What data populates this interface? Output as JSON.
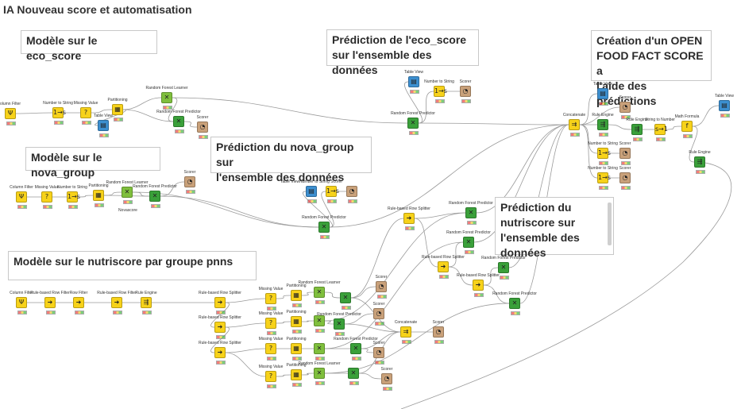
{
  "page_title": "IA Nouveau score et automatisation",
  "annotations": [
    {
      "id": "eco-model",
      "text": "Modèle sur le eco_score"
    },
    {
      "id": "nova-model",
      "text": "Modèle sur le nova_group"
    },
    {
      "id": "nutri-model",
      "text": "Modèle sur le nutriscore par groupe pnns"
    },
    {
      "id": "eco-predict",
      "text": "Prédiction de l'eco_score\nsur l'ensemble des données"
    },
    {
      "id": "nova-predict",
      "text": "Prédiction du nova_group sur\nl'ensemble des données"
    },
    {
      "id": "nutri-predict",
      "text": "Prédiction du\nnutriscore sur\nl'ensemble des\ndonnées"
    },
    {
      "id": "off-score",
      "text": "Création d'un OPEN\nFOOD FACT SCORE a\nl'aide des prédictions"
    }
  ],
  "node_labels": {
    "column_filter_partial": "olumn Filter",
    "column_filter": "Column Filter",
    "number_to_string": "Number to String",
    "missing_value": "Missing Value",
    "partitioning": "Partitioning",
    "random_forest_learner": "Random Forest Learner",
    "random_forest_predictor": "Random Forest Predictor",
    "table_view": "Table View",
    "scorer": "Scorer",
    "novascore": "Novascore",
    "rule_based_row_filter": "Rule-based Row Filter",
    "row_filter": "Row Filter",
    "rule_engine": "Rule Engine",
    "rule_based_row_splitter": "Rule-based Row Splitter",
    "concatenate": "Concatenate",
    "string_to_number": "String to Number",
    "math_formula": "Math Formula",
    "table_view_number_to_string_scorer": "Table ViewNumber to String Scorer"
  },
  "legend_colors": {
    "manipulator": "#f7d21a",
    "learner": "#7fbf3d",
    "predictor": "#3aa03a",
    "scorer": "#c9a17a",
    "view": "#3c8fd0"
  }
}
